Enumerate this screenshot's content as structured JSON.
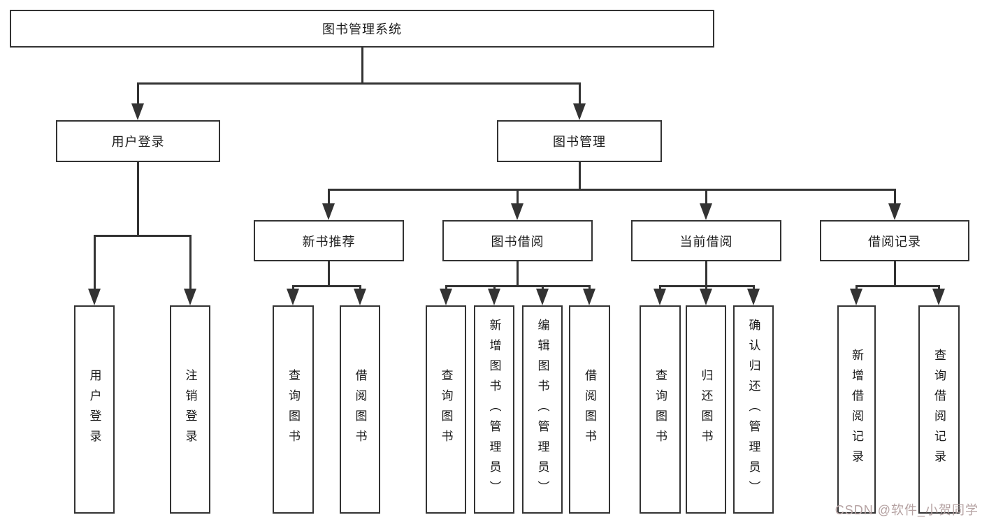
{
  "tree": {
    "label": "图书管理系统",
    "children": [
      {
        "label": "用户登录",
        "children": [
          {
            "label": "用户登录"
          },
          {
            "label": "注销登录"
          }
        ]
      },
      {
        "label": "图书管理",
        "children": [
          {
            "label": "新书推荐",
            "children": [
              {
                "label": "查询图书"
              },
              {
                "label": "借阅图书"
              }
            ]
          },
          {
            "label": "图书借阅",
            "children": [
              {
                "label": "查询图书"
              },
              {
                "label": "新增图书（管理员）"
              },
              {
                "label": "编辑图书（管理员）"
              },
              {
                "label": "借阅图书"
              }
            ]
          },
          {
            "label": "当前借阅",
            "children": [
              {
                "label": "查询图书"
              },
              {
                "label": "归还图书"
              },
              {
                "label": "确认归还（管理员）"
              }
            ]
          },
          {
            "label": "借阅记录",
            "children": [
              {
                "label": "新增借阅记录"
              },
              {
                "label": "查询借阅记录"
              }
            ]
          }
        ]
      }
    ]
  },
  "watermark": "CSDN @软件_小贺同学",
  "colors": {
    "line": "#333333",
    "box_background": "#ffffff",
    "text": "#1a1a1a",
    "watermark": "#b5a2a2"
  }
}
